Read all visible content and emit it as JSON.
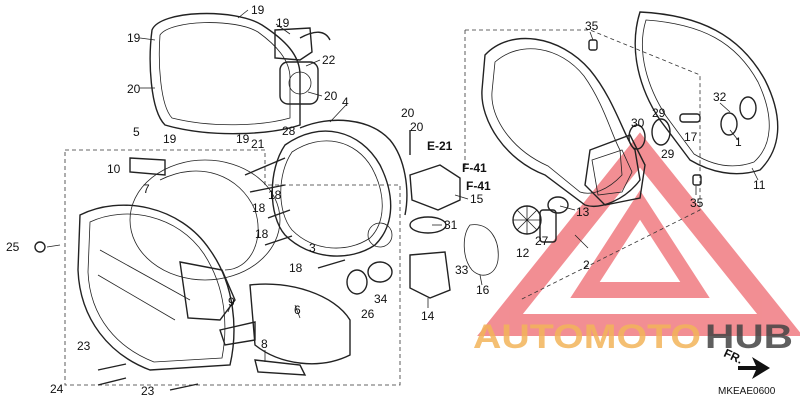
{
  "diagram": {
    "callouts": [
      "19",
      "19",
      "19",
      "20",
      "22",
      "20",
      "19",
      "19",
      "28",
      "4",
      "20",
      "20",
      "21",
      "5",
      "10",
      "7",
      "18",
      "18",
      "18",
      "18",
      "3",
      "25",
      "35",
      "32",
      "30",
      "29",
      "17",
      "1",
      "11",
      "29",
      "13",
      "27",
      "12",
      "2",
      "35",
      "E-21",
      "F-41",
      "F-41",
      "15",
      "31",
      "33",
      "16",
      "34",
      "26",
      "14",
      "9",
      "6",
      "8",
      "23",
      "24",
      "23"
    ],
    "drawing_code": "MKEAE0600",
    "direction_marker": "FR."
  },
  "watermark": {
    "text_auto": "AUTOMOTO",
    "text_hub": "HUB",
    "color_auto": "#f3b45a",
    "color_hub": "#444444",
    "color_logo": "#e8323c"
  }
}
